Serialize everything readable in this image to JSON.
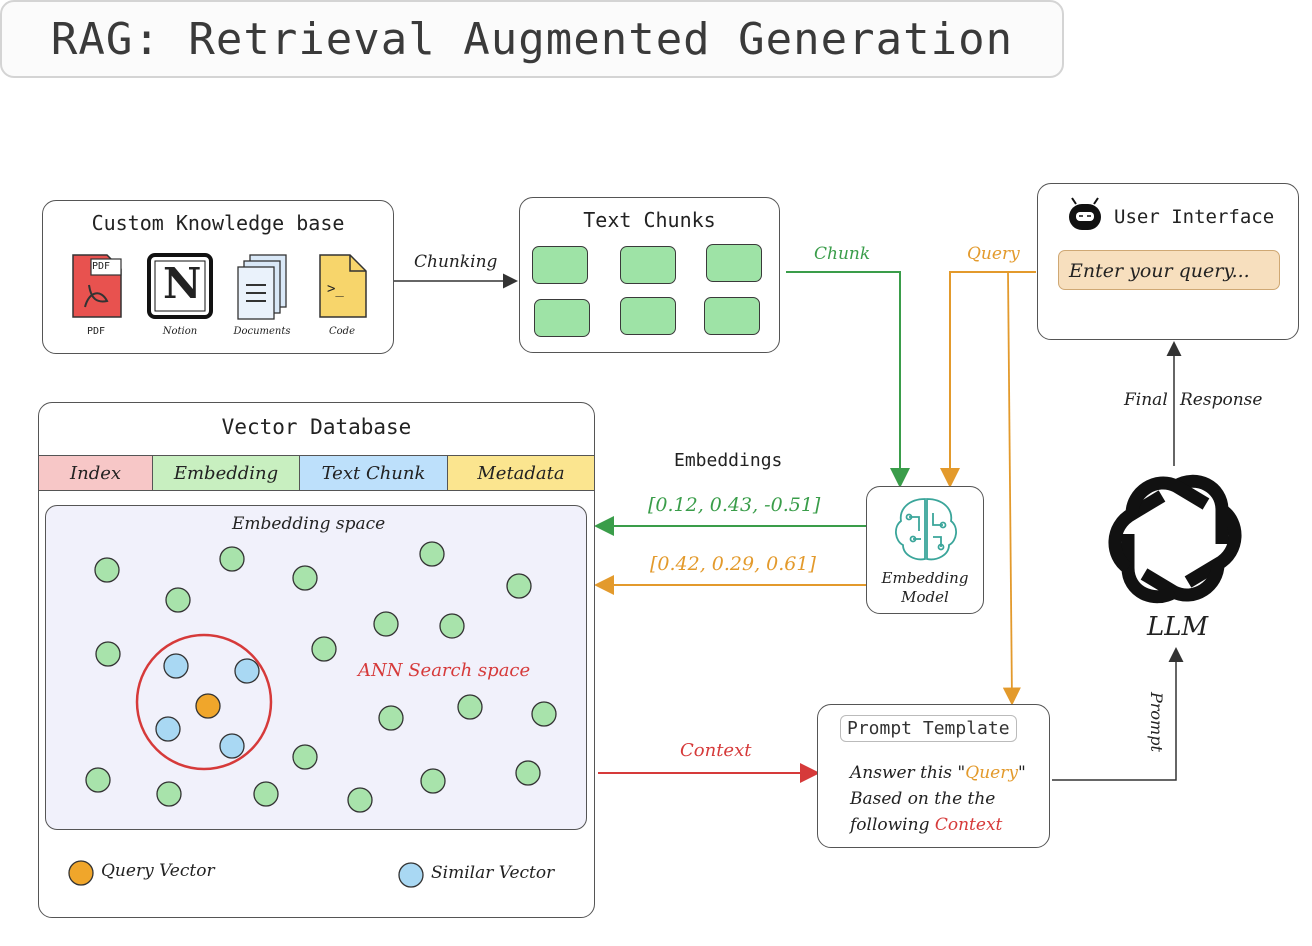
{
  "title": "RAG: Retrieval Augmented Generation",
  "knowledge_base": {
    "title": "Custom Knowledge base",
    "sources": [
      {
        "label": "PDF",
        "icon": "pdf-icon",
        "badge": "PDF"
      },
      {
        "label": "Notion",
        "icon": "notion-icon",
        "badge": "N"
      },
      {
        "label": "Documents",
        "icon": "documents-icon"
      },
      {
        "label": "Code",
        "icon": "code-icon",
        "badge": ">_"
      }
    ]
  },
  "text_chunks": {
    "title": "Text Chunks"
  },
  "user_interface": {
    "title": "User Interface",
    "query_placeholder": "Enter your query..."
  },
  "vector_db": {
    "title": "Vector Database",
    "columns": [
      "Index",
      "Embedding",
      "Text Chunk",
      "Metadata"
    ],
    "space_title": "Embedding space",
    "ann_label": "ANN Search space",
    "legend": {
      "query": "Query Vector",
      "similar": "Similar Vector"
    }
  },
  "embedding_model": {
    "label_line1": "Embedding",
    "label_line2": "Model"
  },
  "llm": {
    "label": "LLM"
  },
  "prompt_template": {
    "title": "Prompt Template",
    "line1_prefix": "Answer this \"",
    "line1_query": "Query",
    "line1_suffix": "\"",
    "line2": "Based on the the",
    "line3_prefix": "following ",
    "line3_context": "Context"
  },
  "edges": {
    "chunking": "Chunking",
    "chunk": "Chunk",
    "query": "Query",
    "embeddings": "Embeddings",
    "vector_green": "[0.12, 0.43, -0.51]",
    "vector_orange": "[0.42, 0.29, 0.61]",
    "context": "Context",
    "final_response_a": "Final",
    "final_response_b": "Response",
    "prompt": "Prompt"
  },
  "colors": {
    "green": "#3a9d4a",
    "orange": "#e39a2c",
    "red": "#d63a3a",
    "chunk_fill": "#9ee3a6",
    "dot_green": "#a8e3ab",
    "dot_blue": "#a9d8f3",
    "dot_orange": "#f0a62b",
    "index_bg": "#f7c7c7",
    "embedding_bg": "#c8efc0",
    "textchunk_bg": "#bde0fb",
    "metadata_bg": "#fbe58f",
    "space_bg": "#f1f1fb",
    "query_box_bg": "#f7dfbe"
  }
}
